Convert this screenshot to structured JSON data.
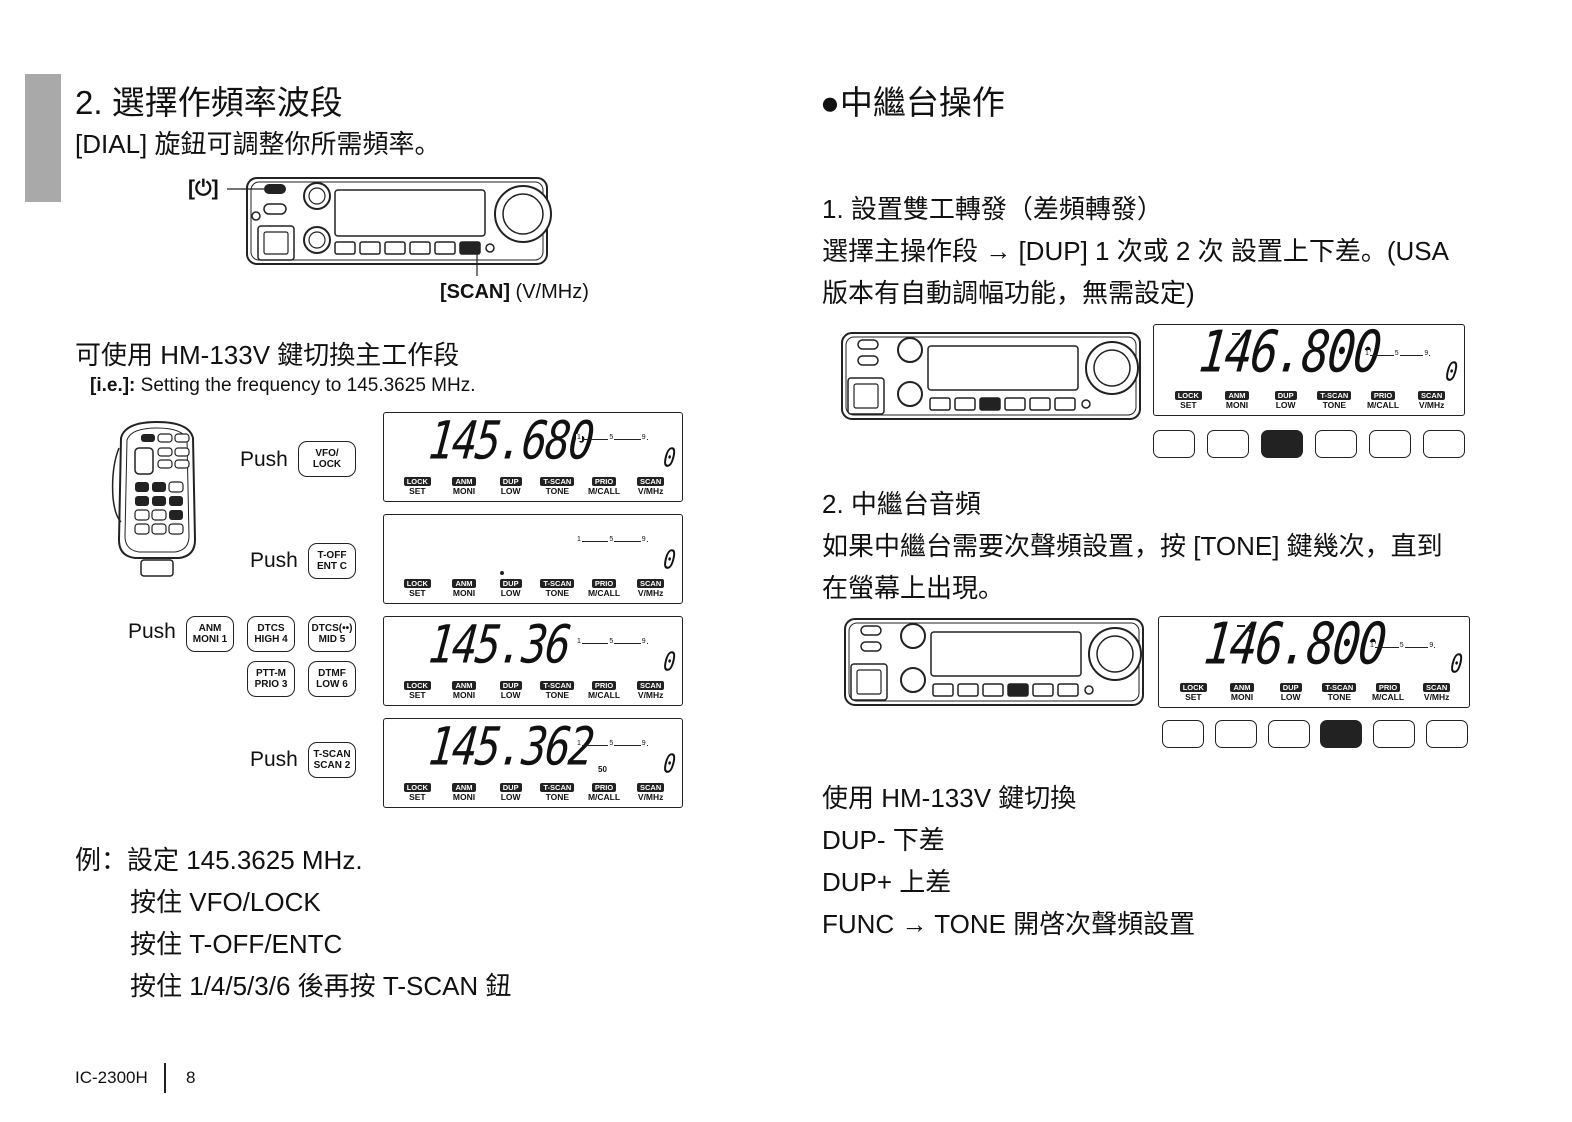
{
  "left": {
    "heading": "2. 選擇作頻率波段",
    "intro": "[DIAL] 旋鈕可調整你所需頻率。",
    "power_label": "[⏻]",
    "scan_label_bold": "[SCAN]",
    "scan_label_rest": " (V/MHz)",
    "hm_heading": "可使用 HM-133V 鍵切換主工作段",
    "ie_bold": "[i.e.]:",
    "ie_rest": " Setting the frequency to 145.3625 MHz.",
    "push_label": "Push",
    "keys": {
      "vfo": [
        "VFO/",
        "LOCK"
      ],
      "toff": [
        "T-OFF",
        "ENT C"
      ],
      "anm": [
        "ANM",
        "MONI 1"
      ],
      "dtcs": [
        "DTCS",
        "HIGH 4"
      ],
      "dtcsm": [
        "DTCS(••)",
        "MID 5"
      ],
      "pttm": [
        "PTT-M",
        "PRIO 3"
      ],
      "dtmf": [
        "DTMF",
        "LOW 6"
      ],
      "tscan": [
        "T-SCAN",
        "SCAN 2"
      ]
    },
    "lcd_freqs": [
      "145.680",
      "",
      "145.36",
      "145.362"
    ],
    "lcd_sub": [
      "",
      "",
      "",
      "50"
    ],
    "channel_digit": "0",
    "example_lines": [
      "例：設定 145.3625 MHz.",
      "按住 VFO/LOCK",
      "按住 T-OFF/ENTC",
      "按住 1/4/5/3/6 後再按 T-SCAN 鈕"
    ]
  },
  "lcd_labels": [
    {
      "tag": "LOCK",
      "label": "SET"
    },
    {
      "tag": "ANM",
      "label": "MONI"
    },
    {
      "tag": "DUP",
      "label": "LOW"
    },
    {
      "tag": "T-SCAN",
      "label": "TONE"
    },
    {
      "tag": "PRIO",
      "label": "M/CALL"
    },
    {
      "tag": "SCAN",
      "label": "V/MHz"
    }
  ],
  "meter_marks": [
    "1",
    "5",
    "9"
  ],
  "right": {
    "heading": "●中繼台操作",
    "s1_title": "1. 設置雙工轉發（差頻轉發）",
    "s1_line1": "選擇主操作段 → [DUP] 1 次或 2 次 設置上下差。(USA",
    "s1_line2": "版本有自動調幅功能，無需設定)",
    "s1_freq": "146.800",
    "s1_active_button": 3,
    "s2_title": "2. 中繼台音頻",
    "s2_line1": "如果中繼台需要次聲頻設置，按 [TONE] 鍵幾次，直到",
    "s2_line2": "在螢幕上出現。",
    "s2_freq": "146.800",
    "s2_active_button": 4,
    "hm_lines": [
      "使用 HM-133V 鍵切換",
      "DUP- 下差",
      "DUP+ 上差",
      "FUNC → TONE 開啓次聲頻設置"
    ]
  },
  "footer": {
    "model": "IC-2300H",
    "page": "8"
  }
}
